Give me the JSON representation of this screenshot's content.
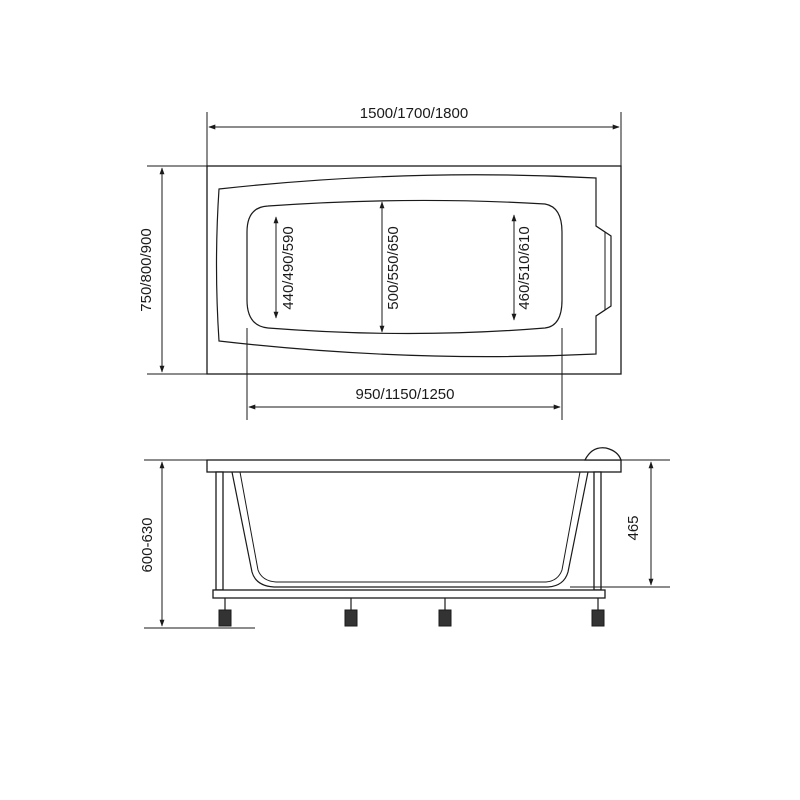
{
  "top_view": {
    "overall_length": "1500/1700/1800",
    "overall_width": "750/800/900",
    "bottom_length": "950/1150/1250",
    "width_left": "440/490/590",
    "width_center": "500/550/650",
    "width_right": "460/510/610"
  },
  "side_view": {
    "total_height": "600-630",
    "depth": "465"
  },
  "colors": {
    "line": "#1a1a1a",
    "background": "#ffffff"
  }
}
